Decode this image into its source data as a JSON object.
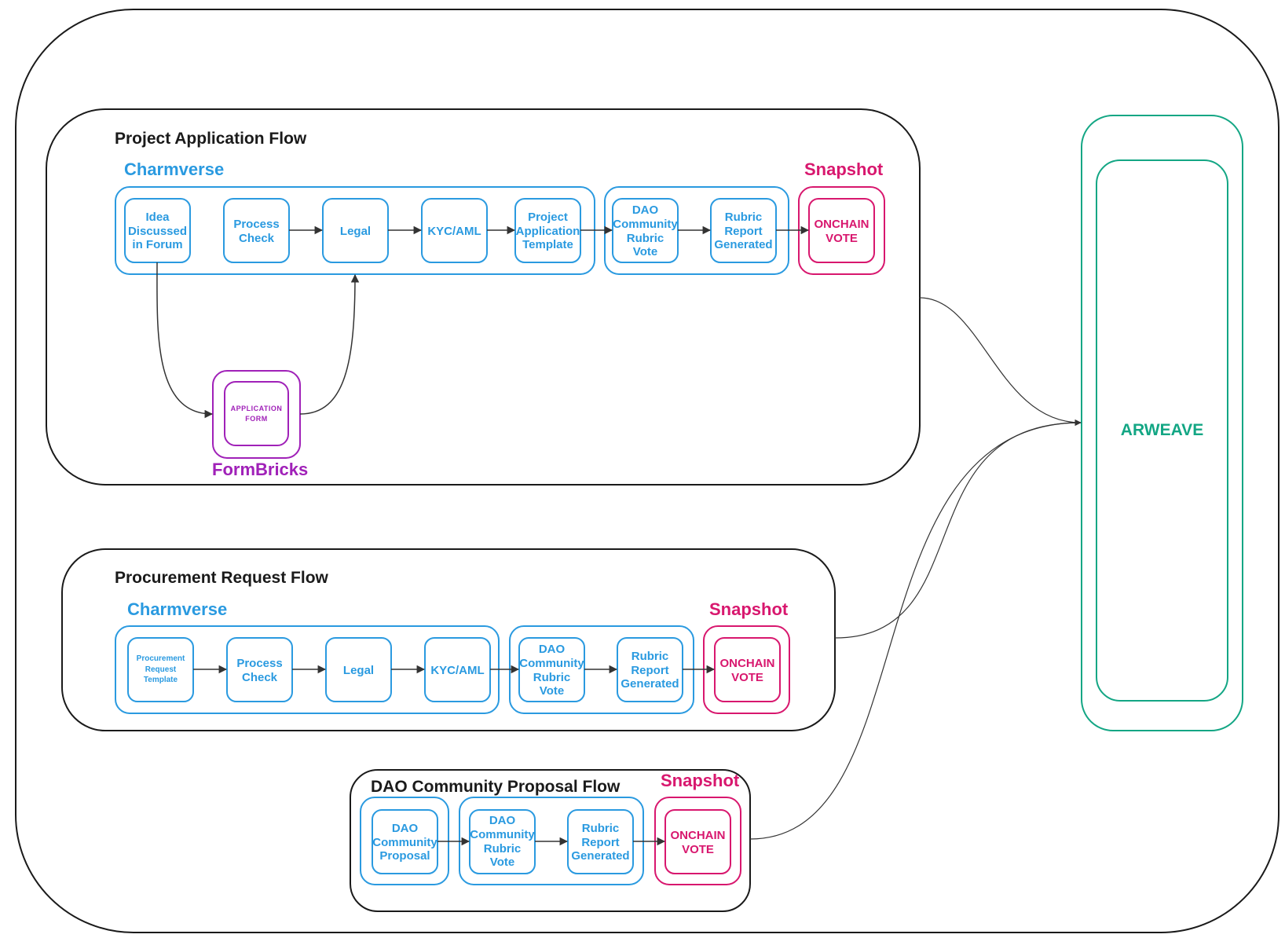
{
  "colors": {
    "charmverse": "#2a9ae0",
    "snapshot": "#d8176e",
    "formbricks": "#a021b8",
    "arweave": "#13a684",
    "outline": "#1a1a1a",
    "arrow": "#333333"
  },
  "project_flow": {
    "title": "Project Application Flow",
    "charmverse_label": "Charmverse",
    "snapshot_label": "Snapshot",
    "formbricks_label": "FormBricks",
    "nodes": {
      "idea": [
        "Idea",
        "Discussed",
        "in Forum"
      ],
      "process_check": [
        "Process",
        "Check"
      ],
      "legal": [
        "Legal"
      ],
      "kyc": [
        "KYC/AML"
      ],
      "template": [
        "Project",
        "Application",
        "Template"
      ],
      "dao_vote": [
        "DAO",
        "Community",
        "Rubric",
        "Vote"
      ],
      "rubric_report": [
        "Rubric",
        "Report",
        "Generated"
      ],
      "onchain_vote": [
        "ONCHAIN",
        "VOTE"
      ],
      "application_form": [
        "APPLICATION",
        "FORM"
      ]
    }
  },
  "procurement_flow": {
    "title": "Procurement Request Flow",
    "charmverse_label": "Charmverse",
    "snapshot_label": "Snapshot",
    "nodes": {
      "template": [
        "Procurement",
        "Request",
        "Template"
      ],
      "process_check": [
        "Process",
        "Check"
      ],
      "legal": [
        "Legal"
      ],
      "kyc": [
        "KYC/AML"
      ],
      "dao_vote": [
        "DAO",
        "Community",
        "Rubric",
        "Vote"
      ],
      "rubric_report": [
        "Rubric",
        "Report",
        "Generated"
      ],
      "onchain_vote": [
        "ONCHAIN",
        "VOTE"
      ]
    }
  },
  "dao_flow": {
    "title": "DAO Community Proposal Flow",
    "snapshot_label": "Snapshot",
    "nodes": {
      "proposal": [
        "DAO",
        "Community",
        "Proposal"
      ],
      "dao_vote": [
        "DAO",
        "Community",
        "Rubric",
        "Vote"
      ],
      "rubric_report": [
        "Rubric",
        "Report",
        "Generated"
      ],
      "onchain_vote": [
        "ONCHAIN",
        "VOTE"
      ]
    }
  },
  "arweave": {
    "label": "ARWEAVE"
  }
}
